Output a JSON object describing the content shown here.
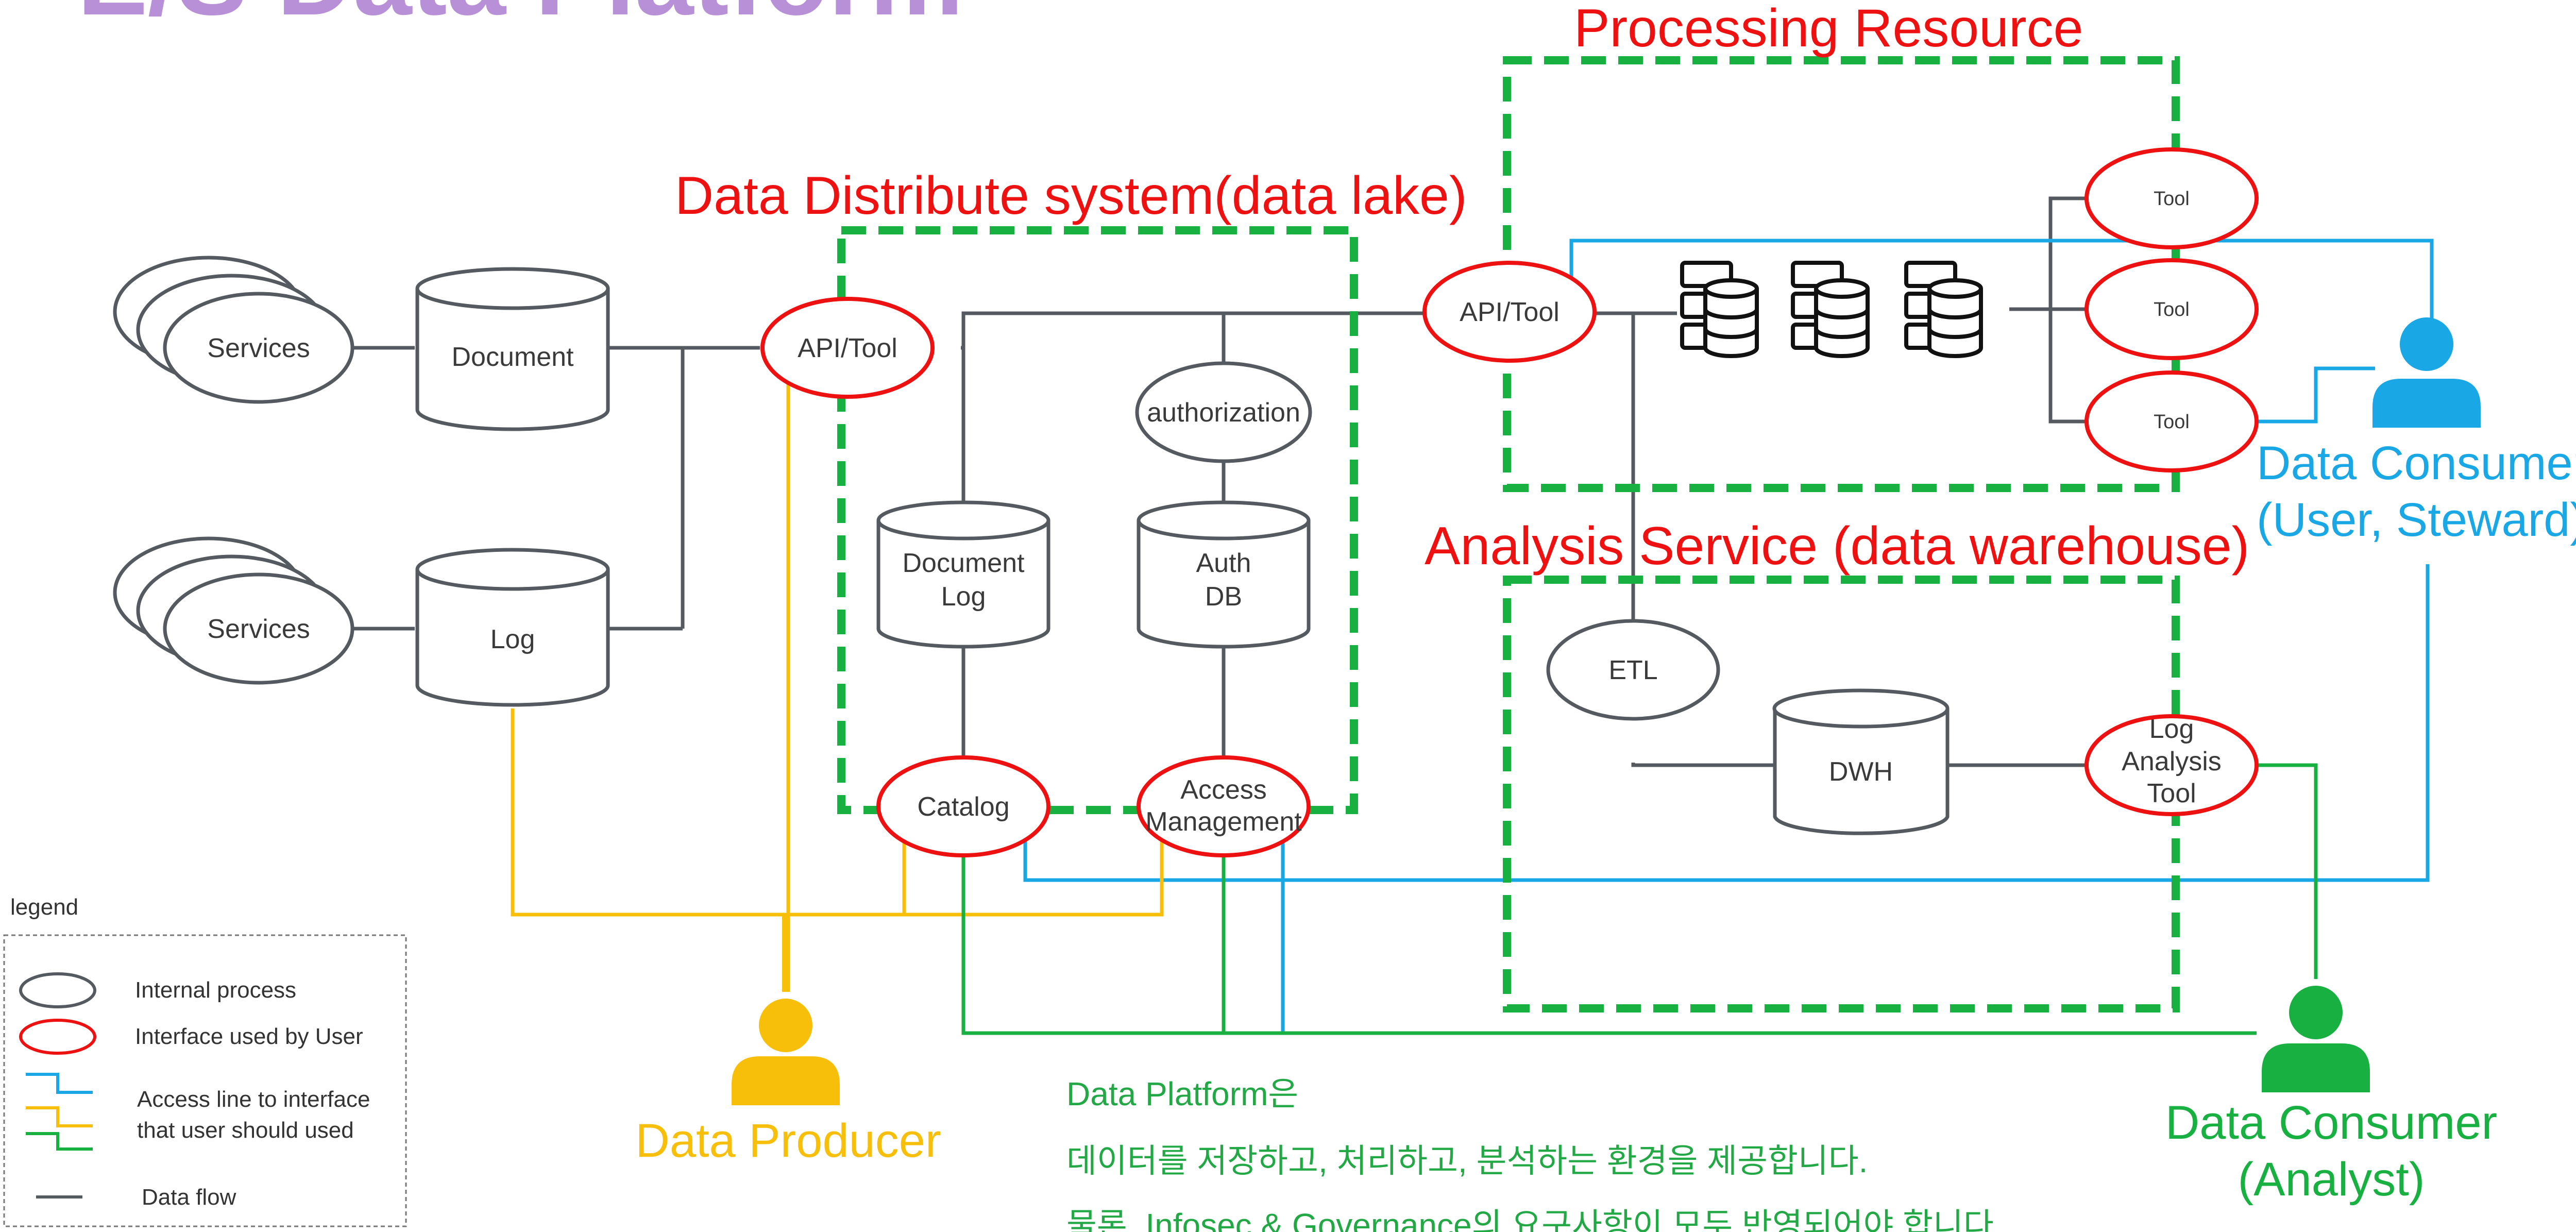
{
  "header": {
    "title": "E/S Data Platform"
  },
  "colors": {
    "dataflow": "#555a60",
    "interface": "#ee1111",
    "boundary": "#18b040",
    "consumer_user": "#1aa7e6",
    "producer": "#f7bf0a",
    "analyst": "#18b040",
    "title": "#b890d8"
  },
  "systems": {
    "data_lake": "Data Distribute system(data lake)",
    "processing": "Processing Resource",
    "analysis": "Analysis Service (data warehouse)"
  },
  "nodes": {
    "services_top": "Services",
    "services_bottom": "Services",
    "document": "Document",
    "log": "Log",
    "api_tool_lake": "API/Tool",
    "authorization": "authorization",
    "document_log": [
      "Document",
      "Log"
    ],
    "auth_db": [
      "Auth",
      "DB"
    ],
    "catalog": "Catalog",
    "access_management": [
      "Access",
      "Management"
    ],
    "api_tool_processing": "API/Tool",
    "tool_1": "Tool",
    "tool_2": "Tool",
    "tool_3": "Tool",
    "etl": "ETL",
    "dwh": "DWH",
    "log_analysis_tool": [
      "Log",
      "Analysis",
      "Tool"
    ]
  },
  "icons": {
    "server": "server-database-icon",
    "person": "person-icon"
  },
  "personas": {
    "producer": "Data Producer",
    "consumer_user": [
      "Data Consumer",
      "(User, Steward)"
    ],
    "consumer_analyst": [
      "Data Consumer",
      "(Analyst)"
    ]
  },
  "legend": {
    "title": "legend",
    "items": [
      "Internal process",
      "Interface used by User",
      "Access line to interface",
      "that user should used",
      "Data flow"
    ]
  },
  "note": [
    "Data Platform은",
    "데이터를 저장하고, 처리하고, 분석하는 환경을 제공합니다.",
    "물론, Infosec & Governance의 요구사항이 모두 반영되어야 합니다."
  ]
}
